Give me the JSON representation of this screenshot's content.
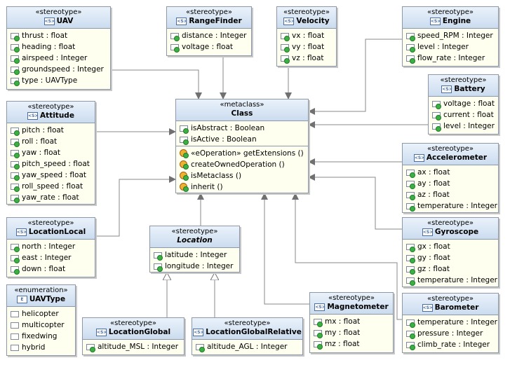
{
  "classes": {
    "uav": {
      "stereotype": "«stereotype»",
      "name": "UAV",
      "attrs": [
        "thrust : float",
        "heading : float",
        "airspeed : Integer",
        "groundspeed : Integer",
        "type : UAVType"
      ]
    },
    "rangefinder": {
      "stereotype": "«stereotype»",
      "name": "RangeFinder",
      "attrs": [
        "distance : Integer",
        "voltage : float"
      ]
    },
    "velocity": {
      "stereotype": "«stereotype»",
      "name": "Velocity",
      "attrs": [
        "vx : float",
        "vy : float",
        "vz : float"
      ]
    },
    "engine": {
      "stereotype": "«stereotype»",
      "name": "Engine",
      "attrs": [
        "speed_RPM : Integer",
        "level : Integer",
        "flow_rate : Integer"
      ]
    },
    "battery": {
      "stereotype": "«stereotype»",
      "name": "Battery",
      "attrs": [
        "voltage : float",
        "current : float",
        "level : Integer"
      ]
    },
    "metaclass": {
      "stereotype": "«metaclass»",
      "name": "Class",
      "attrs": [
        "isAbstract : Boolean",
        "isActive : Boolean"
      ],
      "ops": [
        "«eOperation» getExtensions ()",
        "createOwnedOperation ()",
        "isMetaclass ()",
        "inherit ()"
      ]
    },
    "attitude": {
      "stereotype": "«stereotype»",
      "name": "Attitude",
      "attrs": [
        "pitch : float",
        "roll : float",
        "yaw : float",
        "pitch_speed : float",
        "yaw_speed : float",
        "roll_speed : float",
        "yaw_rate : float"
      ]
    },
    "accelerometer": {
      "stereotype": "«stereotype»",
      "name": "Accelerometer",
      "attrs": [
        "ax : float",
        "ay : float",
        "az : float",
        "temperature : Integer"
      ]
    },
    "locationlocal": {
      "stereotype": "«stereotype»",
      "name": "LocationLocal",
      "attrs": [
        "north : Integer",
        "east : Integer",
        "down : float"
      ]
    },
    "location": {
      "stereotype": "«stereotype»",
      "name": "Location",
      "attrs": [
        "latitude : Integer",
        "longitude : Integer"
      ]
    },
    "gyroscope": {
      "stereotype": "«stereotype»",
      "name": "Gyroscope",
      "attrs": [
        "gx : float",
        "gy : float",
        "gz : float",
        "temperature : Integer"
      ]
    },
    "uavtype": {
      "stereotype": "«enumeration»",
      "name": "UAVType",
      "literals": [
        "helicopter",
        "multicopter",
        "fixedwing",
        "hybrid"
      ]
    },
    "magnetometer": {
      "stereotype": "«stereotype»",
      "name": "Magnetometer",
      "attrs": [
        "mx : float",
        "my : float",
        "mz : float"
      ]
    },
    "barometer": {
      "stereotype": "«stereotype»",
      "name": "Barometer",
      "attrs": [
        "temperature : Integer",
        "pressure : Integer",
        "climb_rate : Integer"
      ]
    },
    "locationglobal": {
      "stereotype": "«stereotype»",
      "name": "LocationGlobal",
      "attrs": [
        "altitude_MSL : Integer"
      ]
    },
    "locationglobalrelative": {
      "stereotype": "«stereotype»",
      "name": "LocationGlobalRelative",
      "attrs": [
        "altitude_AGL : Integer"
      ]
    }
  },
  "icons": {
    "class": "class-icon",
    "enumeration": "enumeration-icon",
    "attribute": "attribute-icon",
    "operation": "operation-icon",
    "literal": "literal-icon"
  },
  "colors": {
    "header": "#cbdcef",
    "body": "#fffff0",
    "border": "#8c98a8",
    "edge": "#808080",
    "attribute_dot": "#3cb043",
    "operation_dot": "#f0b030"
  }
}
